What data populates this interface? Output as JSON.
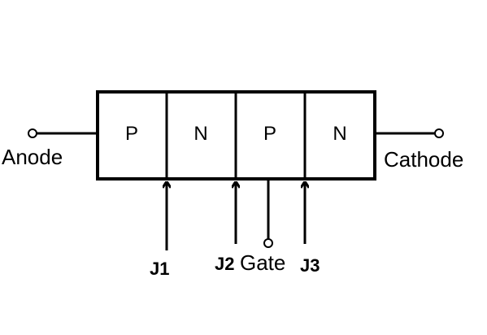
{
  "diagram": {
    "layers": [
      "P",
      "N",
      "P",
      "N"
    ],
    "terminals": {
      "anode": "Anode",
      "cathode": "Cathode",
      "gate": "Gate"
    },
    "junctions": [
      "J1",
      "J2",
      "J3"
    ]
  }
}
